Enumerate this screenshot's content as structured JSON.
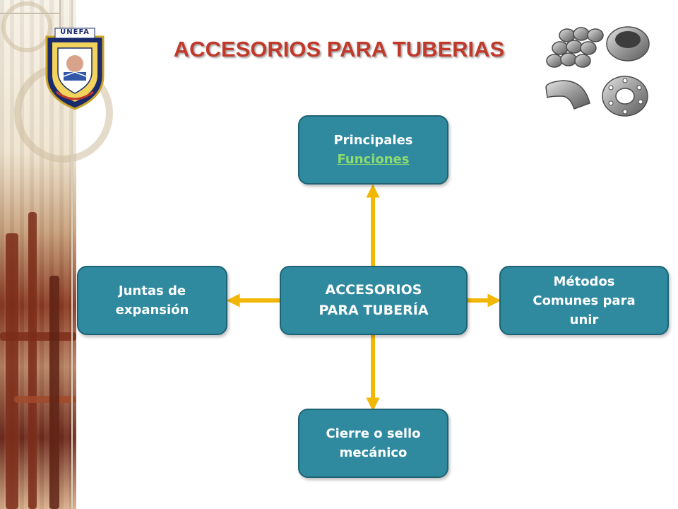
{
  "title": "ACCESORIOS PARA TUBERIAS",
  "logo": {
    "text": "UNEFA",
    "icon": "university-crest-icon"
  },
  "fittings_image": {
    "icon": "pipe-fittings-icon"
  },
  "diagram": {
    "center": {
      "line1": "ACCESORIOS",
      "line2": "PARA TUBERÍA"
    },
    "top": {
      "line1": "Principales",
      "link": "Funciones"
    },
    "left": {
      "line1": "Juntas de",
      "line2": "expansión"
    },
    "right": {
      "line1": "Métodos",
      "line2": "Comunes para",
      "line3": "unir"
    },
    "bottom": {
      "line1": "Cierre o sello",
      "line2": "mecánico"
    }
  },
  "colors": {
    "box_fill": "#2f8aa0",
    "box_border": "#1e6374",
    "arrow": "#f2b705",
    "title": "#c0392b",
    "link": "#8fdc6e"
  }
}
